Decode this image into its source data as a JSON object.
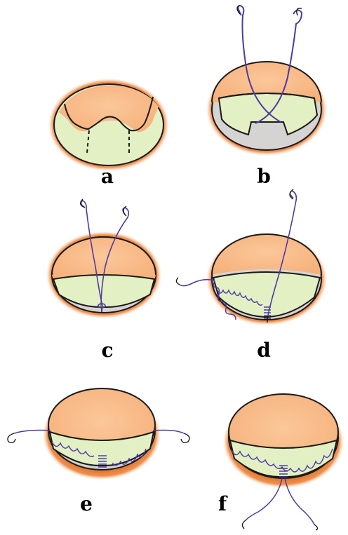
{
  "panels": [
    {
      "id": "a",
      "label": "a"
    },
    {
      "id": "b",
      "label": "b"
    },
    {
      "id": "c",
      "label": "c"
    },
    {
      "id": "d",
      "label": "d"
    },
    {
      "id": "e",
      "label": "e"
    },
    {
      "id": "f",
      "label": "f"
    }
  ],
  "colors": {
    "rim_outer": "#E0782A",
    "rim_glow": "#F2A061",
    "leaflet": "#F8BE8C",
    "tissue_green": "#E3F0C4",
    "gap_gray": "#D6D4D2",
    "suture": "#4E3AA3",
    "outline": "#1a1a1a"
  }
}
